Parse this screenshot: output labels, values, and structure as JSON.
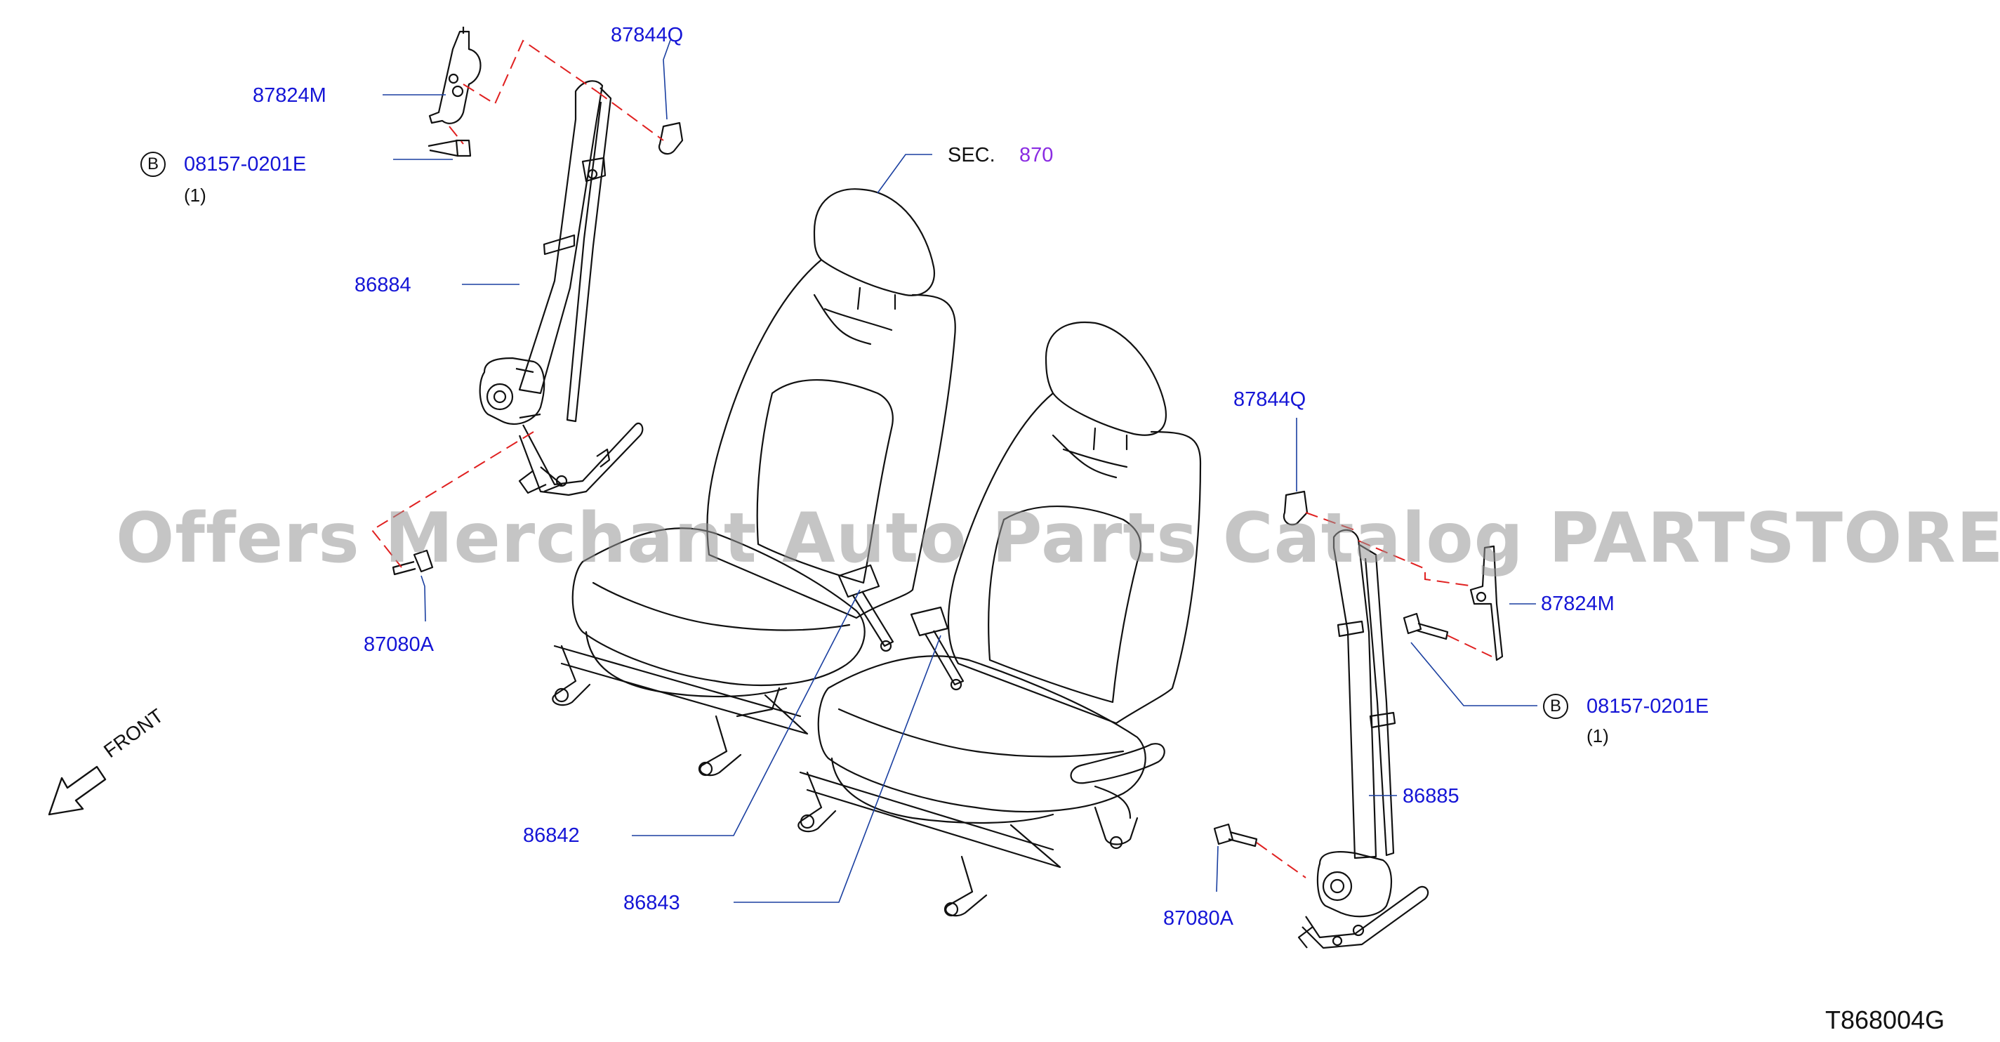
{
  "diagram": {
    "callouts": {
      "c_87844q_top": "87844Q",
      "c_87824m_left": "87824M",
      "c_08157_left": "08157-0201E",
      "c_qty_left": "(1)",
      "c_86884": "86884",
      "c_sec": "SEC.",
      "c_sec_num": "870",
      "c_87080a_left": "87080A",
      "c_86842": "86842",
      "c_86843": "86843",
      "c_87844q_right": "87844Q",
      "c_87824m_right": "87824M",
      "c_08157_right": "08157-0201E",
      "c_qty_right": "(1)",
      "c_86885": "86885",
      "c_87080a_right": "87080A"
    },
    "bolt_marker": "B",
    "front_label": "FRONT",
    "reference_code": "T868004G",
    "watermark": "Offers Merchant Auto Parts Catalog PARTSTORE.SA",
    "colors": {
      "part_number": "#1515d6",
      "section_number": "#8a2be2",
      "leader": "#1a3fa0",
      "dash": "#e02020",
      "drawing": "#111111"
    }
  }
}
